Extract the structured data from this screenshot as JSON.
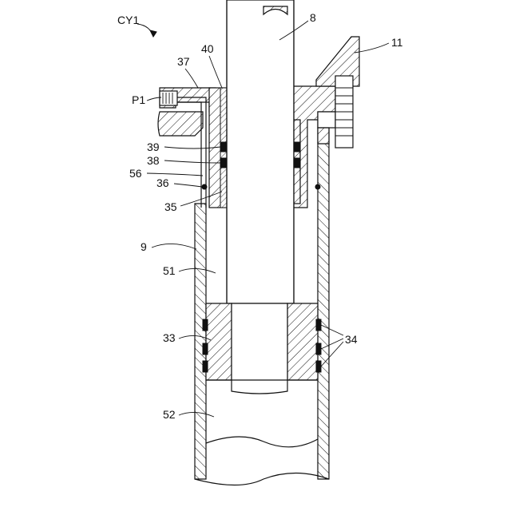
{
  "figure_label": "CY1",
  "labels": {
    "rod": "8",
    "bracket": "11",
    "head_cover": "37",
    "bushing": "40",
    "port": "P1",
    "seal_39": "39",
    "seal_38": "38",
    "passage": "56",
    "oring": "36",
    "head_body": "35",
    "tube": "9",
    "chamber_rod_side": "51",
    "piston": "33",
    "piston_seals": "34",
    "chamber_head_side": "52"
  }
}
